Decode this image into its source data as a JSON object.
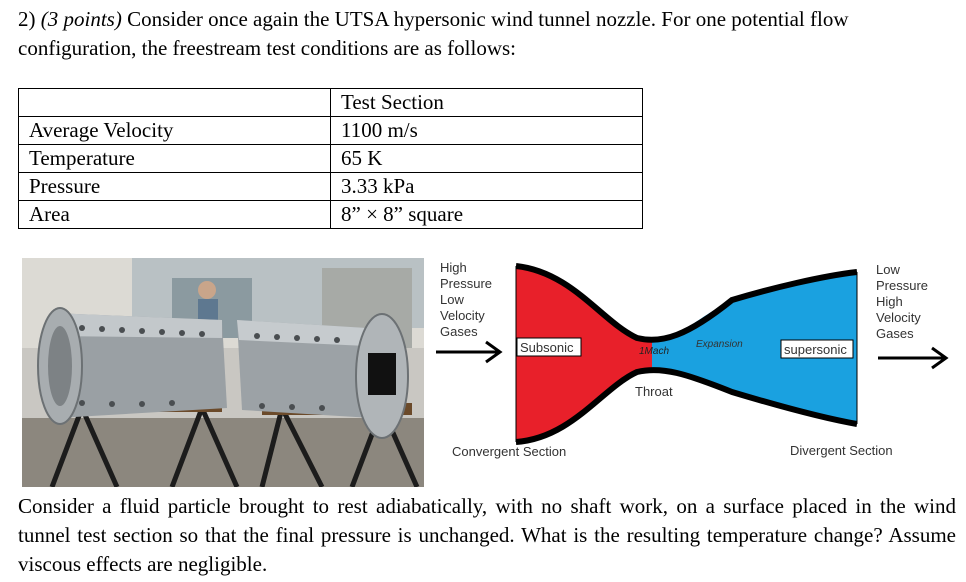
{
  "question": {
    "number": "2)",
    "points": "(3 points)",
    "intro": "Consider once again the UTSA hypersonic wind tunnel nozzle. For one potential flow configuration, the freestream test conditions are as follows:",
    "body": "Consider a fluid particle brought to rest adiabatically, with no shaft work, on a surface placed in the wind tunnel test section so that the final pressure is unchanged. What is the resulting temperature change? Assume viscous effects are negligible."
  },
  "conditions_table": {
    "header": "Test Section",
    "rows": [
      {
        "label": "Average Velocity",
        "value": "1100 m/s"
      },
      {
        "label": "Temperature",
        "value": "65 K"
      },
      {
        "label": "Pressure",
        "value": "3.33 kPa"
      },
      {
        "label": "Area",
        "value": "8” × 8” square"
      }
    ]
  },
  "nozzle_diagram": {
    "inlet_label": [
      "High",
      "Pressure",
      "Low",
      "Velocity",
      "Gases"
    ],
    "outlet_label": [
      "Low",
      "Pressure",
      "High",
      "Velocity",
      "Gases"
    ],
    "subsonic": "Subsonic",
    "mach": "1Mach",
    "expansion": "Expansion",
    "supersonic": "supersonic",
    "throat": "Throat",
    "convergent": "Convergent Section",
    "divergent": "Divergent Section",
    "colors": {
      "convergent": "#e8202a",
      "divergent": "#1aa1e0",
      "wall": "#000000"
    }
  }
}
